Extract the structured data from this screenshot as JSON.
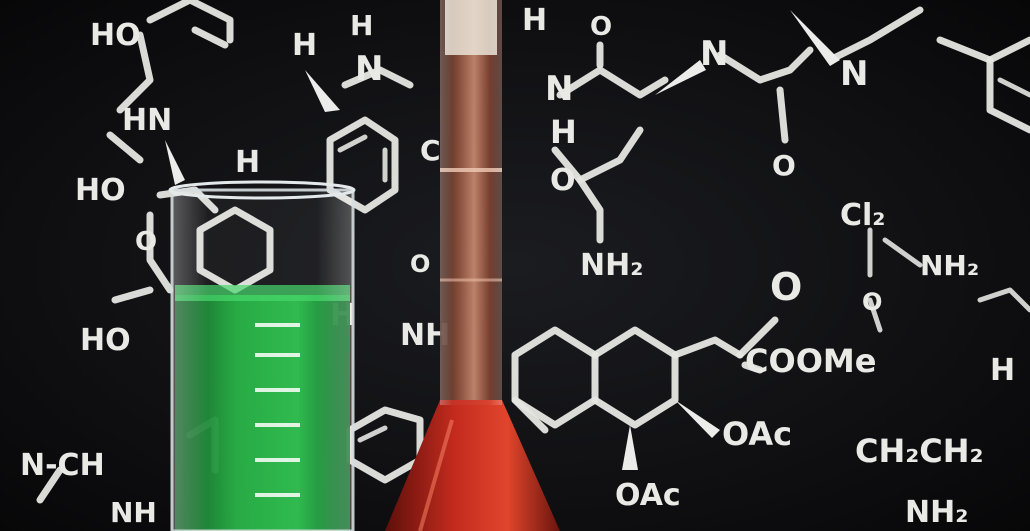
{
  "scene": {
    "labels": {
      "ho_top": "HO",
      "h_left": "H",
      "h_n": "H",
      "n_top": "N",
      "h_top_right": "H",
      "o_top": "O",
      "n_mid": "N",
      "h_mid": "H",
      "n_right": "N",
      "n_far": "N",
      "o_ring": "O",
      "o_ring2": "O",
      "hn": "HN",
      "h_center": "H",
      "c_center": "C",
      "ho_left": "HO",
      "o_left": "O",
      "nh2_center": "NH₂",
      "o_small": "O",
      "cl2": "Cl₂",
      "nh2_right": "NH₂",
      "o_right": "O",
      "h_flask": "H",
      "ho_low": "HO",
      "nh_low": "NH",
      "coome": "COOMe",
      "h_far": "H",
      "o_keto": "O",
      "oac_1": "OAc",
      "ch2ch2": "CH₂CH₂",
      "oac_2": "OAc",
      "nch": "N-CH",
      "nh_corner": "NH",
      "nh2_bottom": "NH₂"
    },
    "colors": {
      "chalkboard": "#111114",
      "chalk": "#e9e9e6",
      "green_liquid": "#1fae3e",
      "red_liquid": "#b8241a",
      "glass": "#cfd6d8"
    }
  }
}
